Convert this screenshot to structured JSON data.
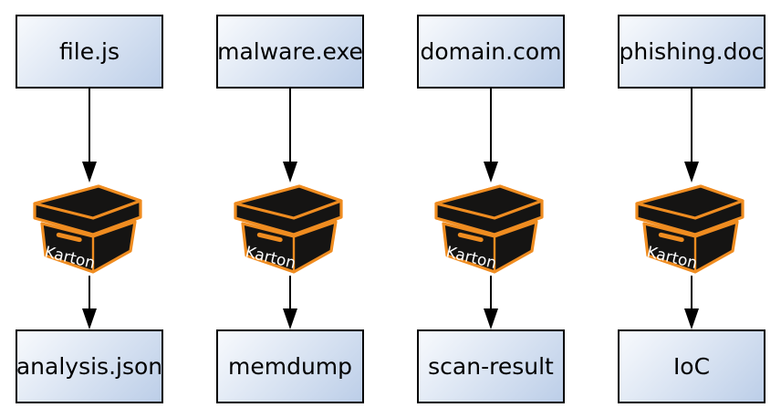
{
  "background": "#ffffff",
  "node_style": {
    "border_color": "#000000",
    "fill_gradient_start": "#f8fafd",
    "fill_gradient_end": "#bccee8",
    "text_color": "#000000"
  },
  "arrow_color": "#000000",
  "karton": {
    "label": "Karton",
    "accent_orange": "#ef8c20",
    "box_black": "#151413",
    "label_color": "#ffffff"
  },
  "columns": [
    {
      "input": "file.js",
      "output": "analysis.json"
    },
    {
      "input": "malware.exe",
      "output": "memdump"
    },
    {
      "input": "domain.com",
      "output": "scan-result"
    },
    {
      "input": "phishing.doc",
      "output": "IoC"
    }
  ]
}
